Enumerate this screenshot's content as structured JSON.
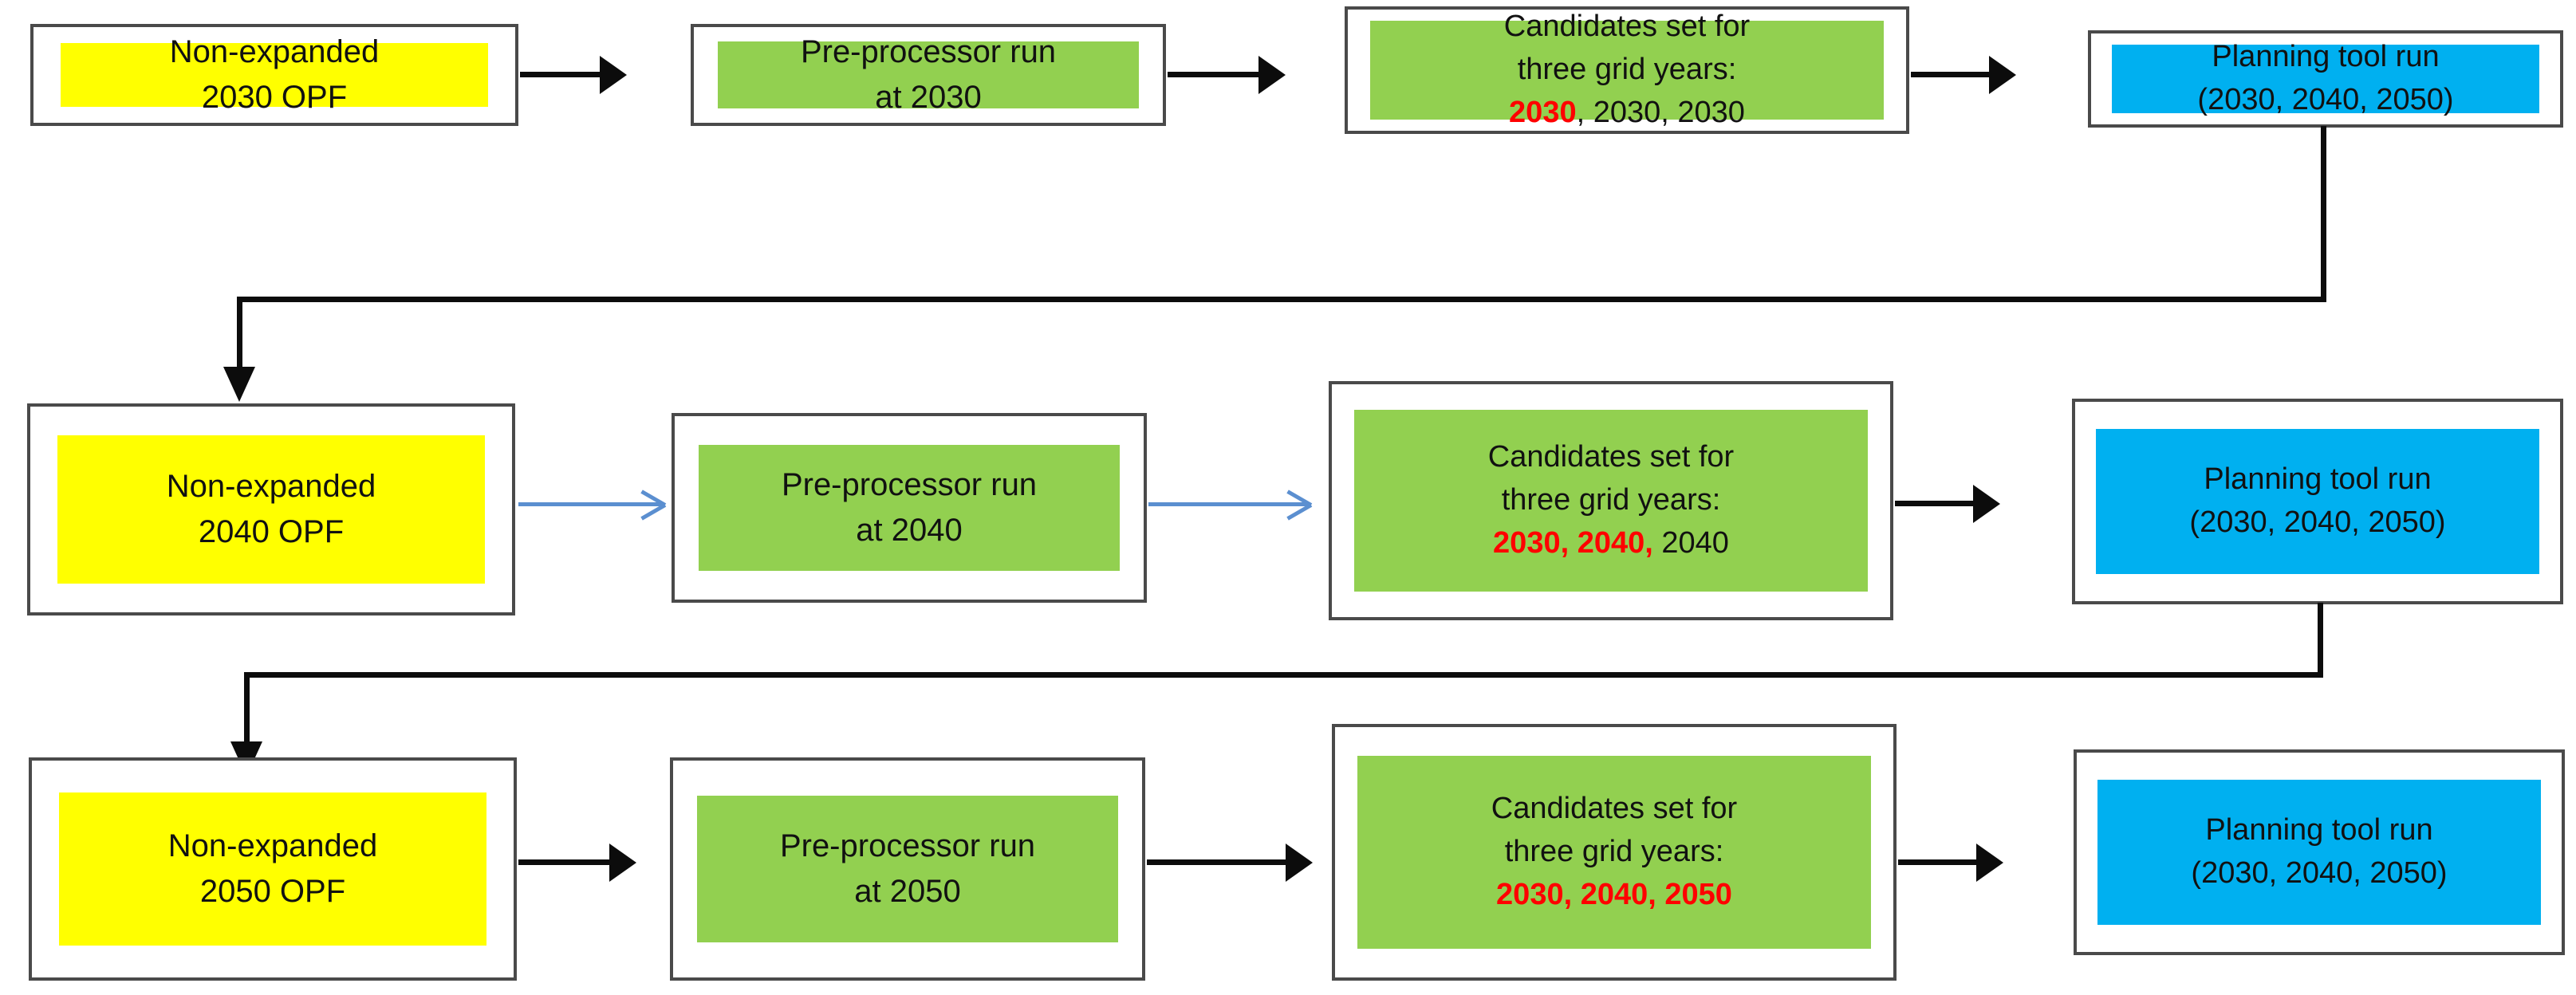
{
  "diagram": {
    "title": "Iterative non-expanded OPF / pre-processor / planning tool workflow",
    "colors": {
      "yellow": "#FFFF00",
      "green": "#92D050",
      "blue": "#00B0F0",
      "highlight_red": "#FF0000",
      "arrow_black": "#0C0C0C",
      "arrow_blue": "#5B8FD0",
      "box_border": "#4A4A4A",
      "canvas": "#FFFFFF"
    },
    "rows": [
      {
        "id": "row-2030",
        "opf": {
          "line1": "Non-expanded",
          "line2": "2030 OPF"
        },
        "preprocessor": {
          "line1": "Pre-processor run",
          "line2": "at 2030"
        },
        "candidates": {
          "line1": "Candidates set for",
          "line2": "three grid years:",
          "years": [
            {
              "text": "2030",
              "highlight": true
            },
            {
              "text": "2030",
              "highlight": false
            },
            {
              "text": "2030",
              "highlight": false
            }
          ],
          "years_text": "2030, 2030, 2030"
        },
        "planning": {
          "line1": "Planning tool run",
          "line2": "(2030, 2040, 2050)"
        },
        "arrow_style": "black"
      },
      {
        "id": "row-2040",
        "opf": {
          "line1": "Non-expanded",
          "line2": "2040 OPF"
        },
        "preprocessor": {
          "line1": "Pre-processor run",
          "line2": "at 2040"
        },
        "candidates": {
          "line1": "Candidates set for",
          "line2": "three grid years:",
          "years": [
            {
              "text": "2030",
              "highlight": true
            },
            {
              "text": "2040",
              "highlight": true
            },
            {
              "text": "2040",
              "highlight": false
            }
          ],
          "years_text": "2030, 2040, 2040"
        },
        "planning": {
          "line1": "Planning tool run",
          "line2": "(2030, 2040, 2050)"
        },
        "arrow_style": "blue"
      },
      {
        "id": "row-2050",
        "opf": {
          "line1": "Non-expanded",
          "line2": "2050 OPF"
        },
        "preprocessor": {
          "line1": "Pre-processor run",
          "line2": "at 2050"
        },
        "candidates": {
          "line1": "Candidates set for",
          "line2": "three grid years:",
          "years": [
            {
              "text": "2030",
              "highlight": true
            },
            {
              "text": "2040",
              "highlight": true
            },
            {
              "text": "2050",
              "highlight": true
            }
          ],
          "years_text": "2030, 2040, 2050"
        },
        "planning": {
          "line1": "Planning tool run",
          "line2": "(2030, 2040, 2050)"
        },
        "arrow_style": "black"
      }
    ],
    "feedback_loops": [
      {
        "from": "row-2030 planning tool run",
        "to": "row-2040 non-expanded OPF"
      },
      {
        "from": "row-2040 planning tool run",
        "to": "row-2050 non-expanded OPF"
      }
    ],
    "separators": {
      "year_separator": ", "
    }
  }
}
